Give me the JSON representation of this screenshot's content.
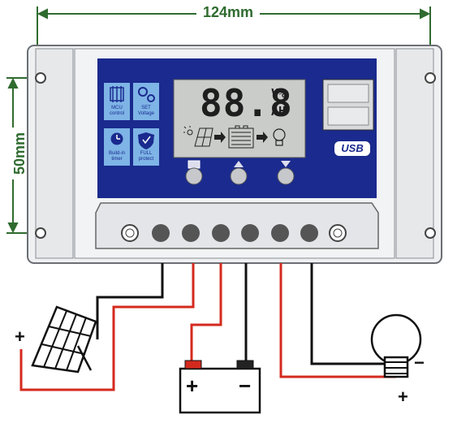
{
  "dimensions": {
    "width_label": "124mm",
    "height_label": "50mm"
  },
  "lcd": {
    "digits": "88.8",
    "unit_top": "V%",
    "unit_bottom": "AH"
  },
  "mode_buttons": [
    {
      "label": "MCU control",
      "icon": "chip-icon"
    },
    {
      "label": "SET Voltage",
      "icon": "gears-icon"
    },
    {
      "label": "Build-in timer",
      "icon": "clock-icon"
    },
    {
      "label": "FULL protect",
      "icon": "shield-icon"
    }
  ],
  "usb_label": "USB",
  "terminal_labels": {
    "solar_plus": "+",
    "battery_plus": "+",
    "battery_minus": "−",
    "load_minus": "−",
    "load_plus": "+"
  },
  "colors": {
    "panel_blue": "#1a2a8e",
    "lcd_gray": "#c9ccc9",
    "icon_blue": "#7eb4e6",
    "dimension_green": "#2f6b2f",
    "wire_red": "#d42a1e",
    "wire_black": "#111111"
  }
}
